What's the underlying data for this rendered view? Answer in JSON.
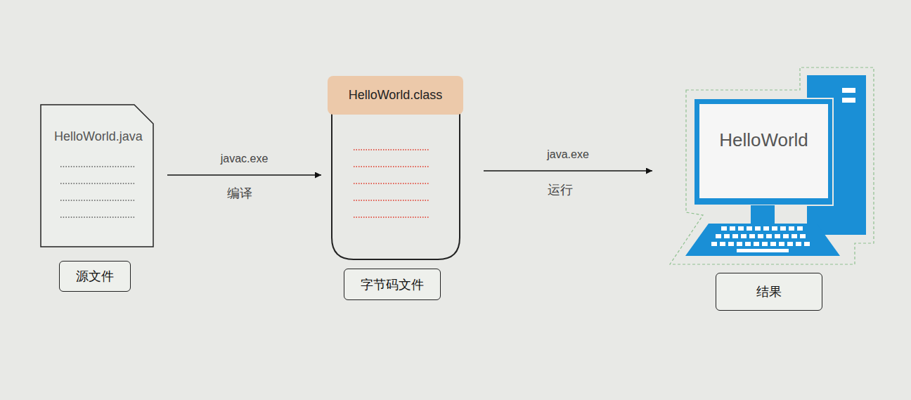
{
  "diagram": {
    "nodes": [
      {
        "text": [
          "HelloWorld.java"
        ]
      },
      {
        "text": [
          "源文件"
        ]
      },
      {
        "text": [
          "HelloWorld.class"
        ]
      },
      {
        "text": [
          "字节码文件"
        ]
      },
      {
        "text": [
          "HelloWorld"
        ]
      },
      {
        "text": [
          "结果"
        ]
      }
    ],
    "edges": [
      {
        "from": 0,
        "to": 2,
        "label": "javac.exe",
        "arrow": "to"
      },
      {
        "from": 2,
        "to": 4,
        "label": "java.exe",
        "arrow": "to"
      }
    ],
    "labels": [
      "编译",
      "运行"
    ]
  }
}
